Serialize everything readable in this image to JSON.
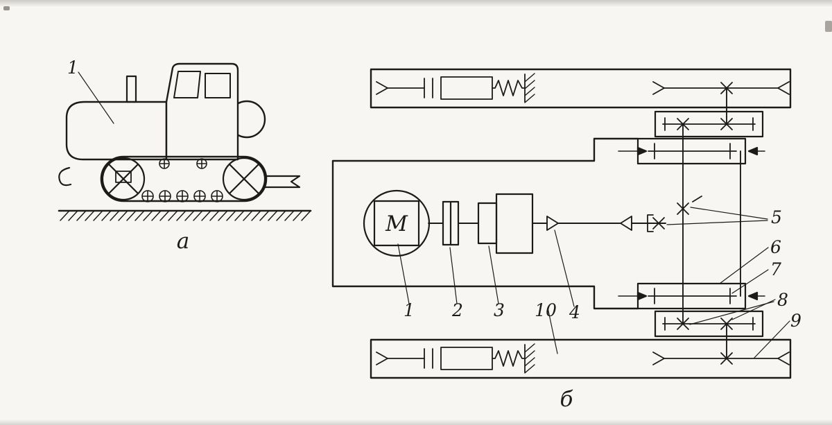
{
  "page": {
    "paper_color": "#f8f6f2",
    "ink_color": "#1d1b19"
  },
  "figure_a": {
    "caption": "а",
    "part_labels": {
      "body": "1"
    }
  },
  "figure_b": {
    "caption": "б",
    "motor_letter": "M",
    "part_labels": {
      "motor": "1",
      "clutch": "2",
      "gearbox": "3",
      "cardan": "4",
      "bevel_gears": "5",
      "steering_clutch": "6",
      "brake": "7",
      "final_drive": "8",
      "sprocket": "9",
      "track": "10"
    }
  }
}
